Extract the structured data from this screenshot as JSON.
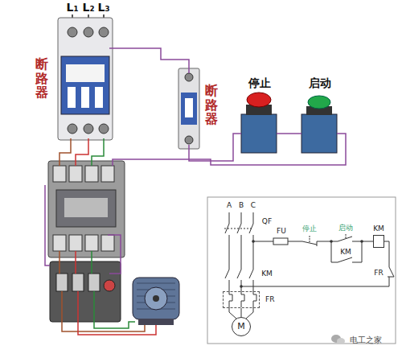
{
  "diagram": {
    "nodes": [
      {
        "text": [
          "KM"
        ]
      },
      {
        "text": [
          "FR"
        ]
      },
      {
        "text": [
          "M"
        ]
      }
    ],
    "edges": [
      {
        "from": 1,
        "to": 2,
        "arrow": "none"
      }
    ],
    "labels": [
      "L₁",
      "L₂",
      "L₃",
      "断路器",
      "断路器",
      "停止",
      "启动",
      "A",
      "B",
      "C",
      "QF",
      "FU",
      "停止",
      "启动",
      "KM",
      "FR",
      "KM",
      "电工之家"
    ]
  }
}
